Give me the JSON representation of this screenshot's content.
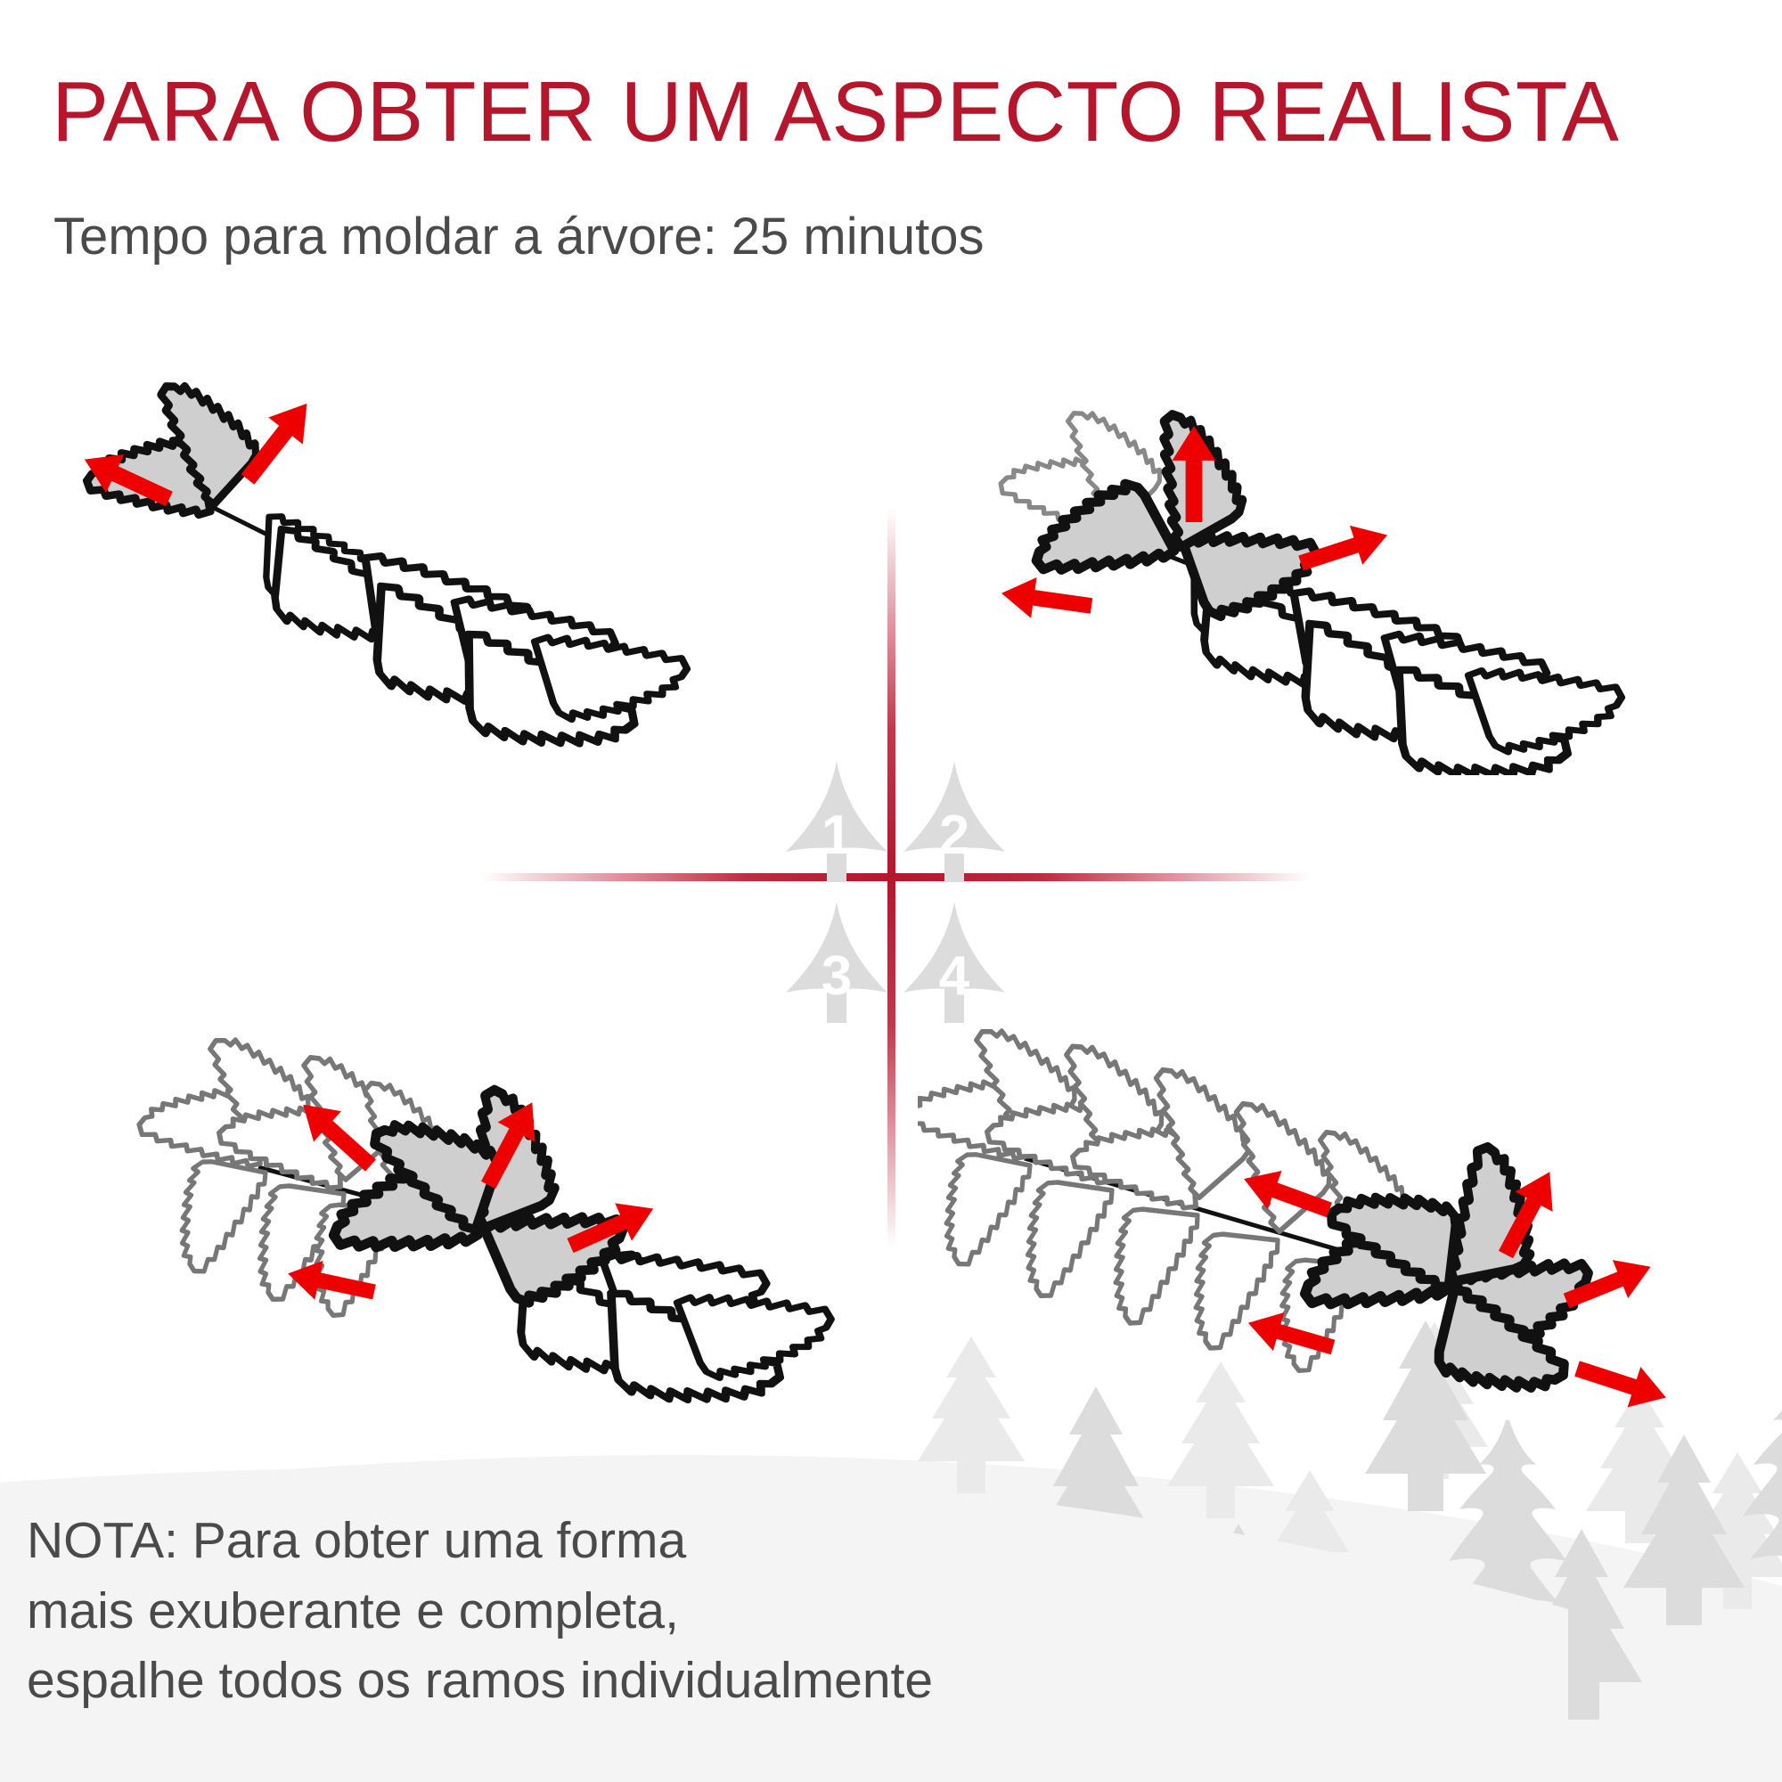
{
  "header": {
    "title": "PARA OBTER UM ASPECTO REALISTA",
    "subtitle": "Tempo para moldar a árvore: 25 minutos"
  },
  "colors": {
    "title_red": "#B5162B",
    "arrow_red": "#EE0000",
    "crosshair_red": "#B5162B",
    "text_gray": "#4A4A4A",
    "tree_marker_gray": "#DCDCDC",
    "branch_fill_gray": "#CFCFCF",
    "branch_outline": "#111111",
    "scenery_tree_front": "#DCDCDC",
    "scenery_tree_back": "#EAEAEA",
    "note_panel_bg": "#F4F4F4",
    "page_bg": "#FFFFFF"
  },
  "steps": [
    {
      "number": "1",
      "icon": "christmas-tree-icon"
    },
    {
      "number": "2",
      "icon": "christmas-tree-icon"
    },
    {
      "number": "3",
      "icon": "christmas-tree-icon"
    },
    {
      "number": "4",
      "icon": "christmas-tree-icon"
    }
  ],
  "panels": [
    {
      "step": "1",
      "icon": "branch-shaping-diagram",
      "highlighted_branches": 2,
      "arrows": 2,
      "arrow_directions": [
        "up-right",
        "up-left"
      ]
    },
    {
      "step": "2",
      "icon": "branch-shaping-diagram",
      "highlighted_branches": 3,
      "arrows": 3,
      "arrow_directions": [
        "up",
        "right",
        "left"
      ]
    },
    {
      "step": "3",
      "icon": "branch-shaping-diagram",
      "highlighted_branches": 4,
      "arrows": 4,
      "arrow_directions": [
        "up-right",
        "up-left",
        "right",
        "left"
      ]
    },
    {
      "step": "4",
      "icon": "branch-shaping-diagram",
      "highlighted_branches": 5,
      "arrows": 5,
      "arrow_directions": [
        "up-right",
        "left",
        "right",
        "down-left",
        "down-right"
      ]
    }
  ],
  "note": {
    "text": "NOTA: Para obter uma forma\nmais exuberante e completa,\nespalhe todos os ramos individualmente"
  },
  "scenery": {
    "icon": "pine-forest-silhouette",
    "tree_count": 12
  }
}
